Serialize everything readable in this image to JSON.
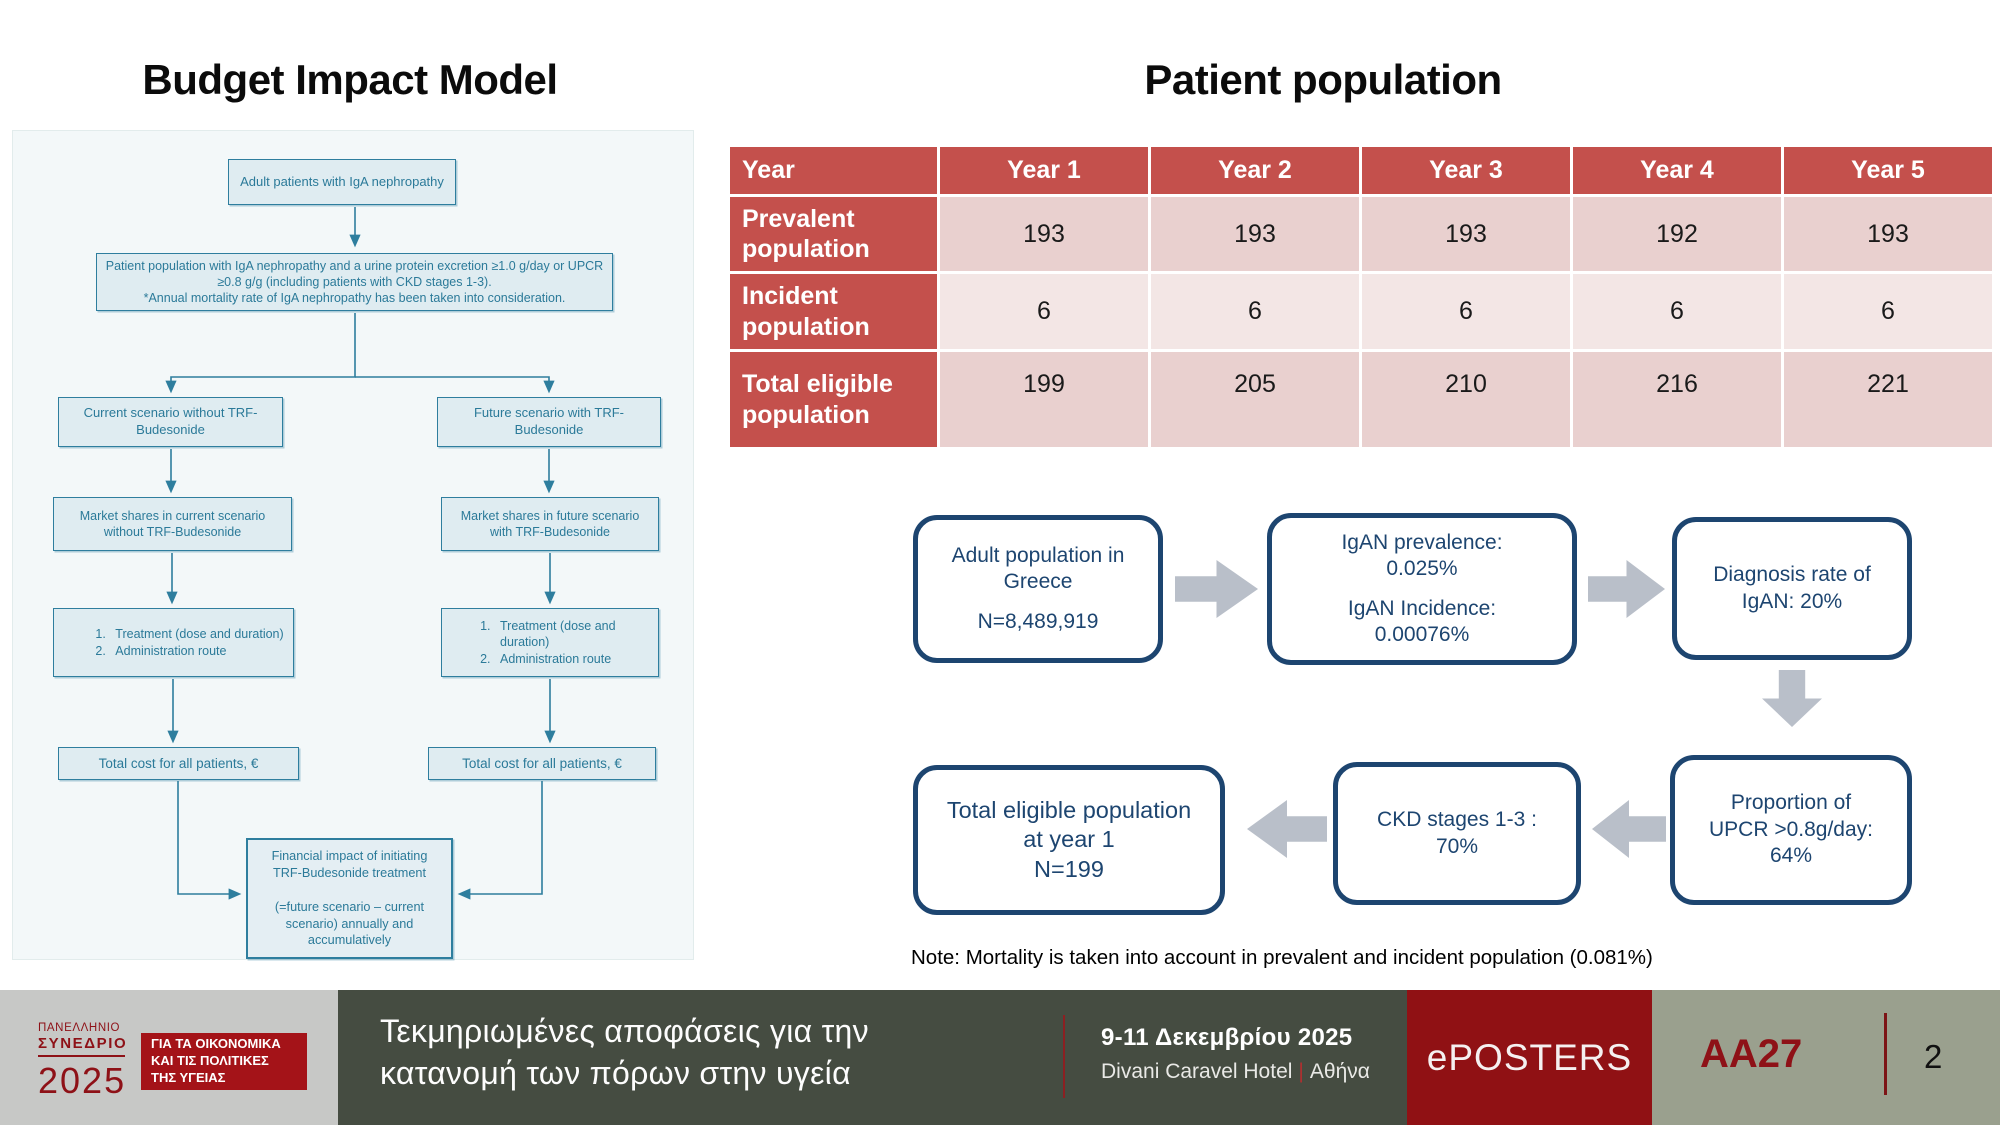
{
  "titles": {
    "left": "Budget Impact Model",
    "right": "Patient population"
  },
  "colors": {
    "teal": "#2e7e9e",
    "navy": "#1d4570",
    "table_red": "#c4504c",
    "table_pink_dark": "#e9d0cf",
    "table_pink_light": "#f3e6e5",
    "footer_olive": "#454c41",
    "footer_red": "#901114",
    "footer_sage": "#9aa08e",
    "footer_gray": "#c7c8c6",
    "maroon": "#8e1117",
    "arrow_gray": "#b9bfc9"
  },
  "table": {
    "header": [
      "Year",
      "Year 1",
      "Year 2",
      "Year 3",
      "Year 4",
      "Year 5"
    ],
    "rows": [
      {
        "label": "Prevalent population",
        "values": [
          "193",
          "193",
          "193",
          "192",
          "193"
        ]
      },
      {
        "label": "Incident population",
        "values": [
          "6",
          "6",
          "6",
          "6",
          "6"
        ]
      },
      {
        "label": "Total eligible population",
        "values": [
          "199",
          "205",
          "210",
          "216",
          "221"
        ]
      }
    ]
  },
  "flowchart_left": {
    "adult": "Adult patients with IgA nephropathy",
    "population": "Patient population with IgA nephropathy and a urine protein excretion ≥1.0 g/day or UPCR ≥0.8 g/g (including patients with CKD stages 1-3).",
    "population_note": "*Annual mortality rate of IgA nephropathy has been taken into consideration.",
    "current": "Current scenario without TRF-Budesonide",
    "future": "Future scenario with TRF-Budesonide",
    "market_current": "Market shares in current scenario without TRF-Budesonide",
    "market_future": "Market shares in future scenario with TRF-Budesonide",
    "treatment_1": "Treatment (dose and duration)",
    "treatment_2": "Administration route",
    "cost": "Total cost for all patients, €",
    "financial_1": "Financial impact of initiating TRF-Budesonide treatment",
    "financial_2": "(=future scenario – current scenario) annually and accumulatively"
  },
  "flowchart_right": {
    "adult_line1": "Adult population in Greece",
    "adult_line2": "N=8,489,919",
    "prevalence_line1": "IgAN prevalence: 0.025%",
    "prevalence_line2": "IgAN Incidence: 0.00076%",
    "diagnosis": "Diagnosis rate of IgAN: 20%",
    "total_line1": "Total eligible population at year 1",
    "total_line2": "N=199",
    "ckd": "CKD stages 1-3 : 70%",
    "upcr": "Proportion of UPCR >0.8g/day: 64%"
  },
  "note": "Note: Mortality is taken into account in prevalent and incident population (0.081%)",
  "footer": {
    "logo": {
      "line1": "ΠΑΝΕΛΛΗΝΙΟ",
      "line2": "ΣΥΝΕΔΡΙΟ",
      "year": "2025",
      "box_line1": "ΓΙΑ ΤΑ ΟΙΚΟΝΟΜΙΚΑ",
      "box_line2": "ΚΑΙ ΤΙΣ ΠΟΛΙΤΙΚΕΣ",
      "box_line3": "ΤΗΣ ΥΓΕΙΑΣ"
    },
    "congress_title_line1": "Τεκμηριωμένες αποφάσεις για την",
    "congress_title_line2": "κατανομή των πόρων στην υγεία",
    "date": "9-11 Δεκεμβρίου 2025",
    "venue": "Divani Caravel Hotel",
    "venue_separator": "|",
    "city": "Αθήνα",
    "eposters": "ePOSTERS",
    "poster_id": "AA27",
    "page_number": "2"
  }
}
